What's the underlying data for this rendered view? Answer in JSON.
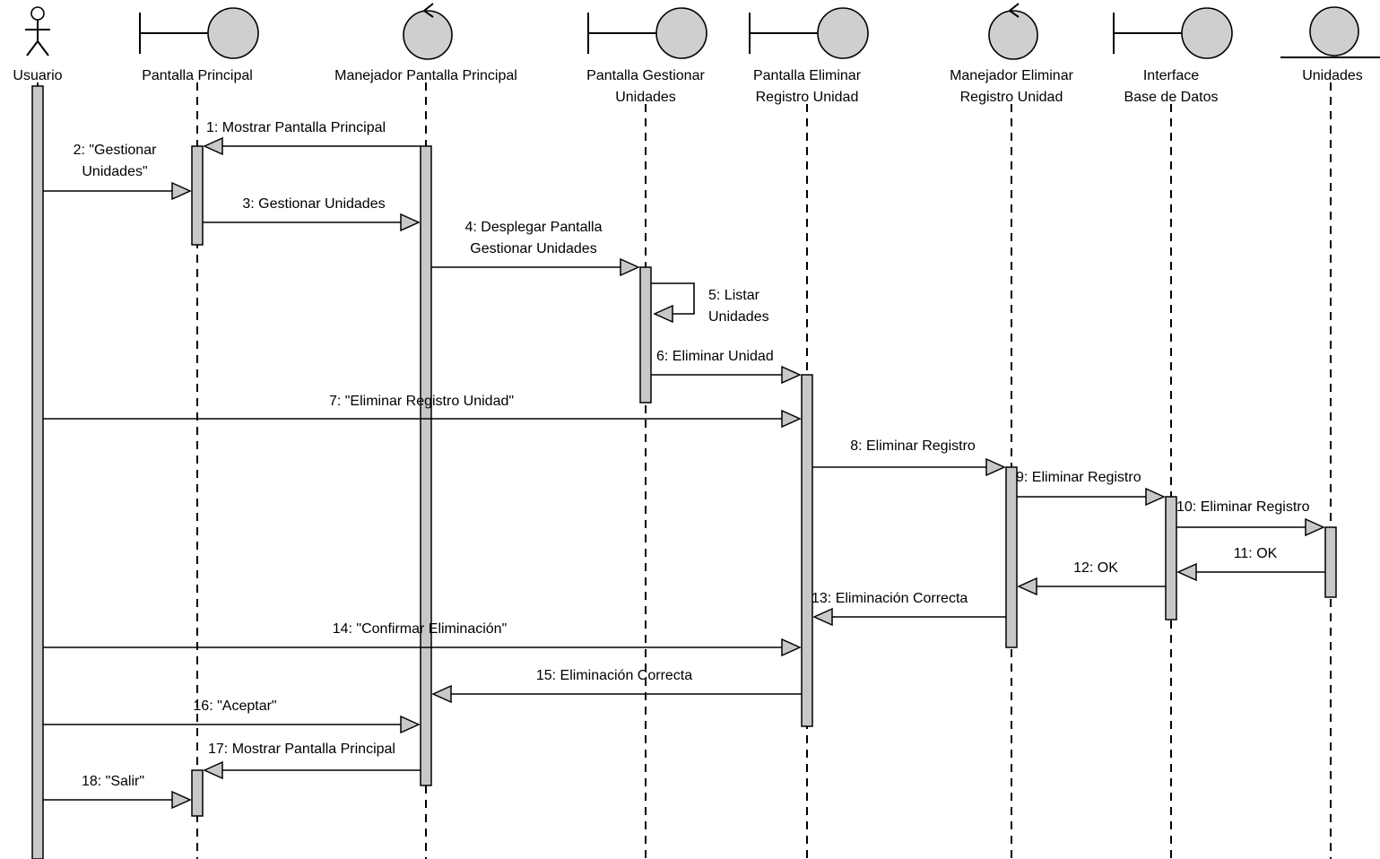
{
  "participants": [
    {
      "id": "usuario",
      "kind": "actor",
      "lines": [
        "Usuario"
      ]
    },
    {
      "id": "pantalla_principal",
      "kind": "boundary",
      "lines": [
        "Pantalla Principal"
      ]
    },
    {
      "id": "manejador_pp",
      "kind": "control",
      "lines": [
        "Manejador Pantalla Principal"
      ]
    },
    {
      "id": "pantalla_gestionar",
      "kind": "boundary",
      "lines": [
        "Pantalla Gestionar",
        "Unidades"
      ]
    },
    {
      "id": "pantalla_eliminar",
      "kind": "boundary",
      "lines": [
        "Pantalla Eliminar",
        "Registro Unidad"
      ]
    },
    {
      "id": "manejador_eliminar",
      "kind": "control",
      "lines": [
        "Manejador Eliminar",
        "Registro Unidad"
      ]
    },
    {
      "id": "interface_bd",
      "kind": "boundary",
      "lines": [
        "Interface",
        "Base de Datos"
      ]
    },
    {
      "id": "unidades",
      "kind": "entity",
      "lines": [
        "Unidades"
      ]
    }
  ],
  "messages": [
    {
      "num": 1,
      "from": "manejador_pp",
      "to": "pantalla_principal",
      "lines": [
        "1: Mostrar Pantalla Principal"
      ]
    },
    {
      "num": 2,
      "from": "usuario",
      "to": "pantalla_principal",
      "lines": [
        "2: \"Gestionar",
        "Unidades\""
      ]
    },
    {
      "num": 3,
      "from": "pantalla_principal",
      "to": "manejador_pp",
      "lines": [
        "3: Gestionar Unidades"
      ]
    },
    {
      "num": 4,
      "from": "manejador_pp",
      "to": "pantalla_gestionar",
      "lines": [
        "4: Desplegar Pantalla",
        "Gestionar Unidades"
      ]
    },
    {
      "num": 5,
      "from": "pantalla_gestionar",
      "to": "pantalla_gestionar",
      "lines": [
        "5: Listar",
        "Unidades"
      ]
    },
    {
      "num": 6,
      "from": "pantalla_gestionar",
      "to": "pantalla_eliminar",
      "lines": [
        "6: Eliminar Unidad"
      ]
    },
    {
      "num": 7,
      "from": "usuario",
      "to": "pantalla_eliminar",
      "lines": [
        "7: \"Eliminar Registro Unidad\""
      ]
    },
    {
      "num": 8,
      "from": "pantalla_eliminar",
      "to": "manejador_eliminar",
      "lines": [
        "8: Eliminar Registro"
      ]
    },
    {
      "num": 9,
      "from": "manejador_eliminar",
      "to": "interface_bd",
      "lines": [
        "9: Eliminar Registro"
      ]
    },
    {
      "num": 10,
      "from": "interface_bd",
      "to": "unidades",
      "lines": [
        "10: Eliminar Registro"
      ]
    },
    {
      "num": 11,
      "from": "unidades",
      "to": "interface_bd",
      "lines": [
        "11: OK"
      ]
    },
    {
      "num": 12,
      "from": "interface_bd",
      "to": "manejador_eliminar",
      "lines": [
        "12: OK"
      ]
    },
    {
      "num": 13,
      "from": "manejador_eliminar",
      "to": "pantalla_eliminar",
      "lines": [
        "13: Eliminación Correcta"
      ]
    },
    {
      "num": 14,
      "from": "usuario",
      "to": "pantalla_eliminar",
      "lines": [
        "14: \"Confirmar Eliminación\""
      ]
    },
    {
      "num": 15,
      "from": "pantalla_eliminar",
      "to": "manejador_pp",
      "lines": [
        "15: Eliminación Correcta"
      ]
    },
    {
      "num": 16,
      "from": "usuario",
      "to": "manejador_pp",
      "lines": [
        "16: \"Aceptar\""
      ]
    },
    {
      "num": 17,
      "from": "manejador_pp",
      "to": "pantalla_principal",
      "lines": [
        "17: Mostrar Pantalla Principal"
      ]
    },
    {
      "num": 18,
      "from": "usuario",
      "to": "pantalla_principal",
      "lines": [
        "18: \"Salir\""
      ]
    }
  ]
}
